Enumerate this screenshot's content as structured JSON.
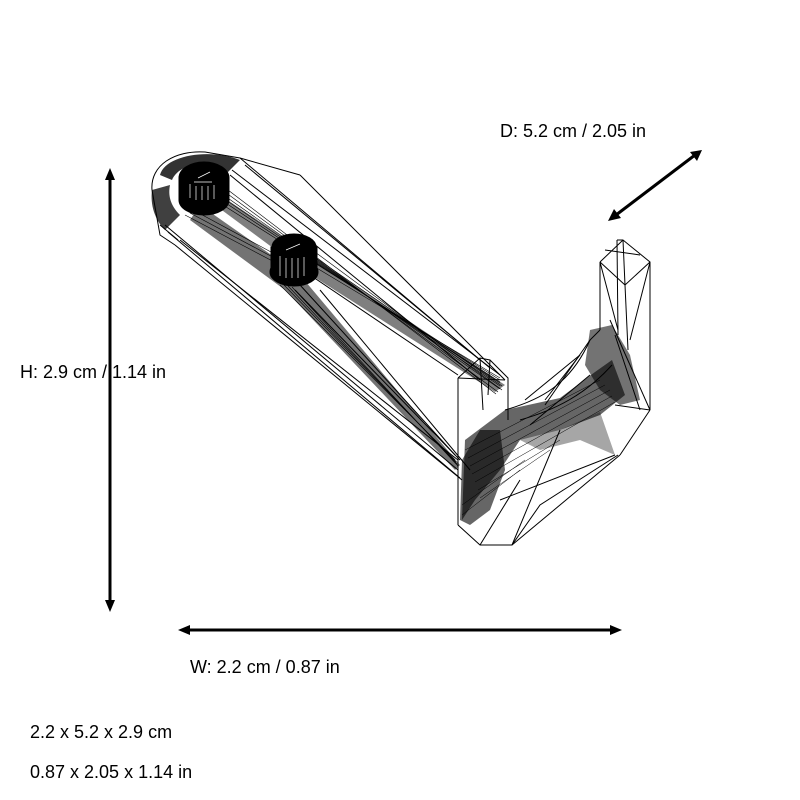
{
  "dimensions": {
    "depth": {
      "label": "D: 5.2 cm / 2.05 in",
      "cm": 5.2,
      "in": 2.05
    },
    "height": {
      "label": "H: 2.9 cm / 1.14 in",
      "cm": 2.9,
      "in": 1.14
    },
    "width": {
      "label": "W: 2.2 cm / 0.87 in",
      "cm": 2.2,
      "in": 0.87
    }
  },
  "summary": {
    "metric": "2.2 x 5.2 x 2.9 cm",
    "imperial": "0.87 x 2.05 x 1.14 in"
  },
  "colors": {
    "background": "#ffffff",
    "lines": "#000000"
  },
  "model": {
    "type": "wireframe-3d-mesh",
    "description": "Hook / bracket part rendered as triangle mesh wireframe"
  }
}
